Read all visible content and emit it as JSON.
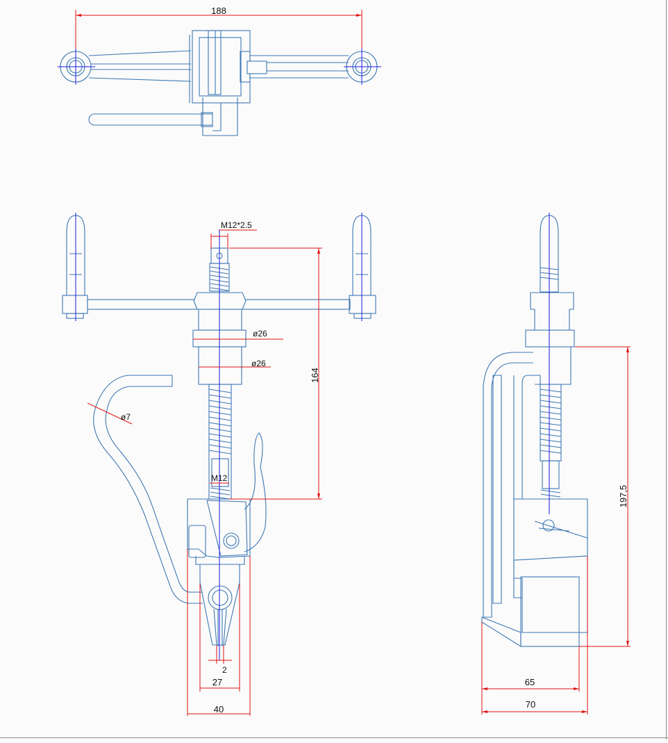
{
  "drawing": {
    "dimensions": {
      "overall_width": "188",
      "thread_top": "M12*2.5",
      "collar_dia_1": "ø26",
      "collar_dia_2": "ø26",
      "rod_dia": "ø7",
      "travel_height": "164",
      "thread_bottom": "M12",
      "slot_gap": "2",
      "jaw_width": "27",
      "body_width": "40",
      "side_height": "197,5",
      "side_depth_1": "65",
      "side_depth_2": "70"
    },
    "colors": {
      "outline": "#3d77b3",
      "centerline": "#1a1ae6",
      "dimension": "#e01010",
      "text": "#111111"
    }
  }
}
